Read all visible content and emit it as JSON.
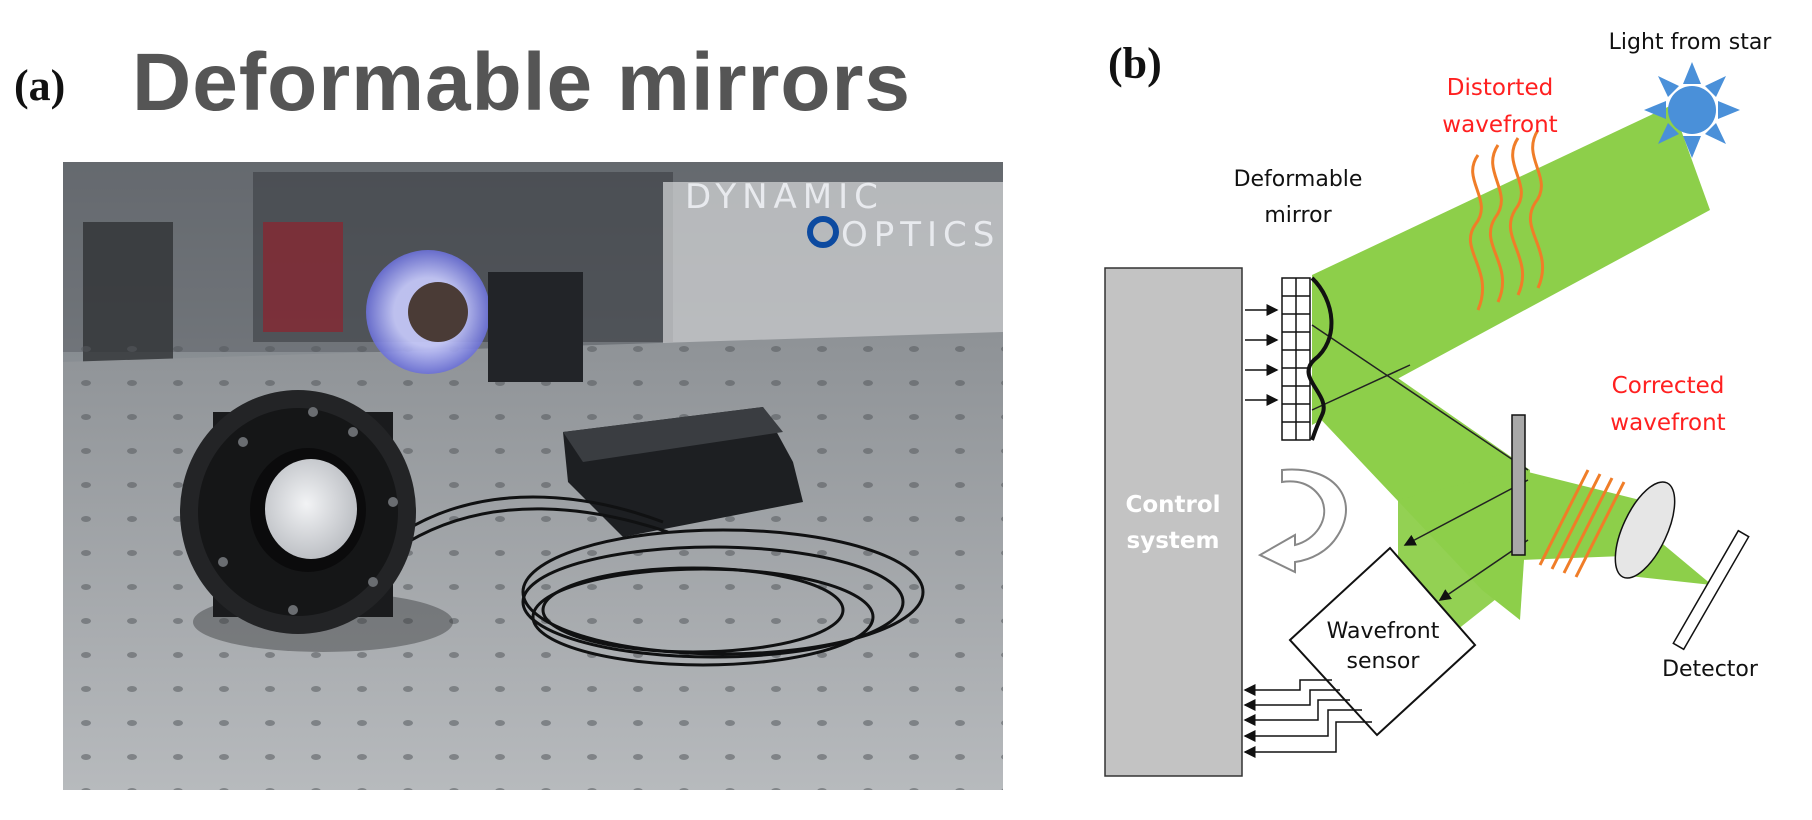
{
  "panel_a": {
    "label": "(a)",
    "title": "Deformable mirrors",
    "logo_text_line1": "DYNAMIC",
    "logo_text_line2": "OPTICS"
  },
  "panel_b": {
    "label": "(b)",
    "light_from_star": "Light from star",
    "distorted_line1": "Distorted",
    "distorted_line2": "wavefront",
    "deformable_line1": "Deformable",
    "deformable_line2": "mirror",
    "corrected_line1": "Corrected",
    "corrected_line2": "wavefront",
    "control_line1": "Control",
    "control_line2": "system",
    "sensor_line1": "Wavefront",
    "sensor_line2": "sensor",
    "detector": "Detector"
  },
  "colors": {
    "beam_green": "#8dcf4a",
    "wave_orange": "#f07d28",
    "label_red": "#ff2020",
    "sun_blue": "#4a90d9",
    "control_grey": "#c3c3c3",
    "title_grey": "#555555"
  }
}
